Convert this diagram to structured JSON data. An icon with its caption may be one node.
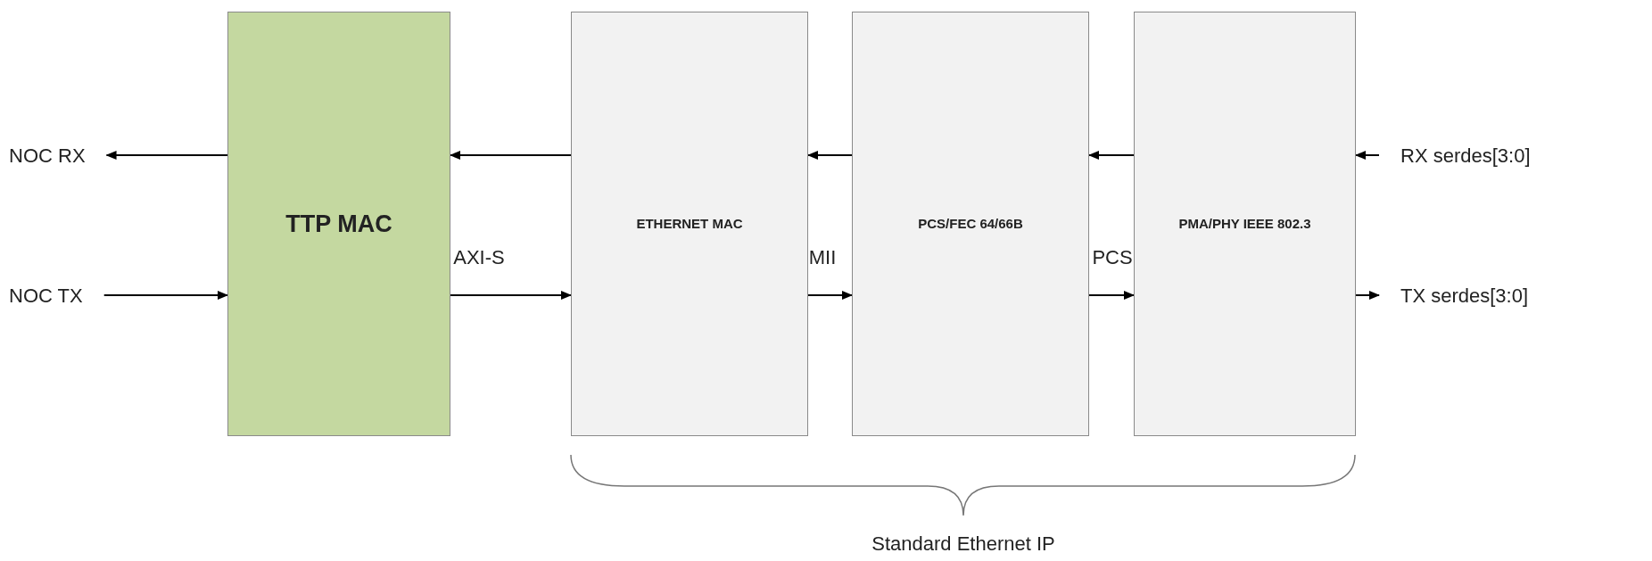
{
  "diagram": {
    "nodes": [
      {
        "text": [
          "NOC RX"
        ]
      },
      {
        "text": [
          "NOC TX"
        ]
      },
      {
        "text": [
          "TTP MAC"
        ]
      },
      {
        "text": [
          "ETHERNET MAC"
        ]
      },
      {
        "text": [
          "PCS/FEC 64/66B"
        ]
      },
      {
        "text": [
          "PMA/PHY IEEE 802.3"
        ]
      },
      {
        "text": [
          "RX serdes[3:0]"
        ]
      },
      {
        "text": [
          "TX serdes[3:0]"
        ]
      }
    ],
    "edges": [
      {
        "from": 2,
        "to": 0,
        "arrow": "to"
      },
      {
        "from": 1,
        "to": 2,
        "arrow": "to"
      },
      {
        "from": 3,
        "to": 2,
        "arrow": "to"
      },
      {
        "from": 2,
        "to": 3,
        "arrow": "to"
      },
      {
        "from": 4,
        "to": 3,
        "arrow": "to"
      },
      {
        "from": 3,
        "to": 4,
        "arrow": "to"
      },
      {
        "from": 5,
        "to": 4,
        "arrow": "to"
      },
      {
        "from": 4,
        "to": 5,
        "arrow": "to"
      },
      {
        "from": 6,
        "to": 5,
        "arrow": "to"
      },
      {
        "from": 5,
        "to": 7,
        "arrow": "to"
      }
    ],
    "labels": [
      "AXI-S",
      "MII",
      "PCS",
      "Standard Ethernet IP"
    ]
  }
}
